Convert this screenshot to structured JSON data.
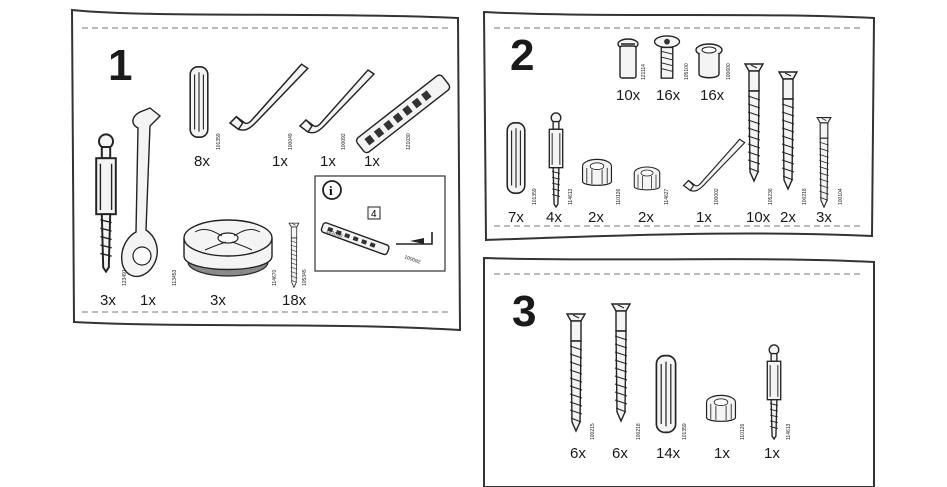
{
  "bags": [
    {
      "number": "1",
      "parts": [
        {
          "qty": "8x",
          "code": "101359",
          "icon": "dowel-icon"
        },
        {
          "qty": "1x",
          "code": "100049",
          "icon": "allen-key-icon"
        },
        {
          "qty": "1x",
          "code": "100092",
          "icon": "allen-key-small-icon"
        },
        {
          "qty": "1x",
          "code": "121030",
          "icon": "multi-tool-bar-icon"
        },
        {
          "qty": "3x",
          "code": "123491",
          "icon": "long-screw-bolt-icon"
        },
        {
          "qty": "1x",
          "code": "113453",
          "icon": "wrench-icon"
        },
        {
          "qty": "3x",
          "code": "",
          "icon": "cam-disc-icon"
        },
        {
          "qty": "18x",
          "code": "114670",
          "code2": "105345",
          "icon": "short-screw-icon"
        }
      ],
      "info": {
        "badge": "i",
        "step": "4",
        "code_a": "121030",
        "code_b": "100092"
      }
    },
    {
      "number": "2",
      "parts": [
        {
          "qty": "10x",
          "code": "121114",
          "icon": "pin-icon"
        },
        {
          "qty": "16x",
          "code": "105100",
          "icon": "connector-bolt-icon"
        },
        {
          "qty": "16x",
          "code": "100600",
          "icon": "cam-nut-icon"
        },
        {
          "qty": "7x",
          "code": "101359",
          "icon": "dowel-icon"
        },
        {
          "qty": "4x",
          "code": "114613",
          "icon": "cam-bolt-icon"
        },
        {
          "qty": "2x",
          "code": "110126",
          "icon": "cam-lock-icon"
        },
        {
          "qty": "2x",
          "code": "114627",
          "icon": "cam-lock-small-icon"
        },
        {
          "qty": "1x",
          "code": "100002",
          "icon": "allen-key-icon"
        },
        {
          "qty": "10x",
          "code": "105236",
          "icon": "long-screw-icon"
        },
        {
          "qty": "2x",
          "code": "100218",
          "icon": "screw-icon"
        },
        {
          "qty": "3x",
          "code": "100104",
          "icon": "screw-icon"
        }
      ]
    },
    {
      "number": "3",
      "parts": [
        {
          "qty": "6x",
          "code": "100215",
          "icon": "screw-icon"
        },
        {
          "qty": "6x",
          "code": "100218",
          "icon": "screw-icon"
        },
        {
          "qty": "14x",
          "code": "101359",
          "icon": "dowel-icon"
        },
        {
          "qty": "1x",
          "code": "110126",
          "icon": "cam-lock-icon"
        },
        {
          "qty": "1x",
          "code": "114613",
          "icon": "cam-bolt-icon"
        }
      ]
    }
  ]
}
